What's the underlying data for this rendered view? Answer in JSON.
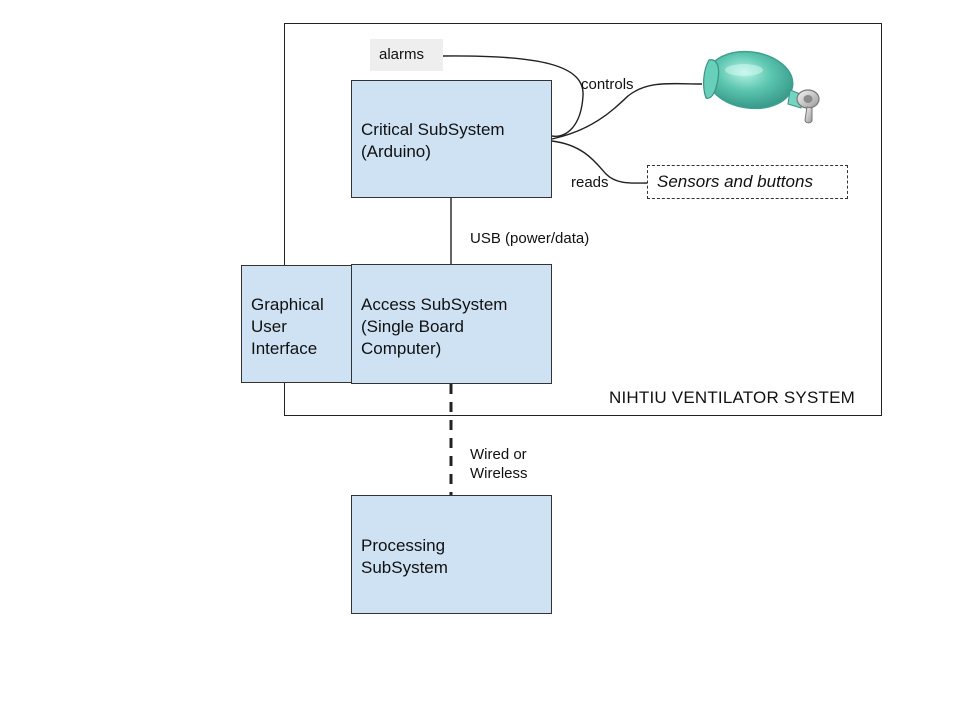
{
  "system": {
    "title": "NIHTIU VENTILATOR SYSTEM"
  },
  "nodes": {
    "alarms": "alarms",
    "critical": "Critical SubSystem\n(Arduino)",
    "sensors": "Sensors and buttons",
    "gui": "Graphical\nUser\nInterface",
    "access": "Access SubSystem\n(Single Board\nComputer)",
    "processing": "Processing\nSubSystem"
  },
  "connections": {
    "controls": "controls",
    "reads": "reads",
    "usb": "USB (power/data)",
    "network": "Wired or\nWireless"
  },
  "icons": {
    "ventilator_bag": "bag-valve-mask-icon"
  },
  "colors": {
    "box_fill": "#cfe2f3",
    "alarms_fill": "#eeeeee",
    "bag_green": "#5cc6b0"
  }
}
